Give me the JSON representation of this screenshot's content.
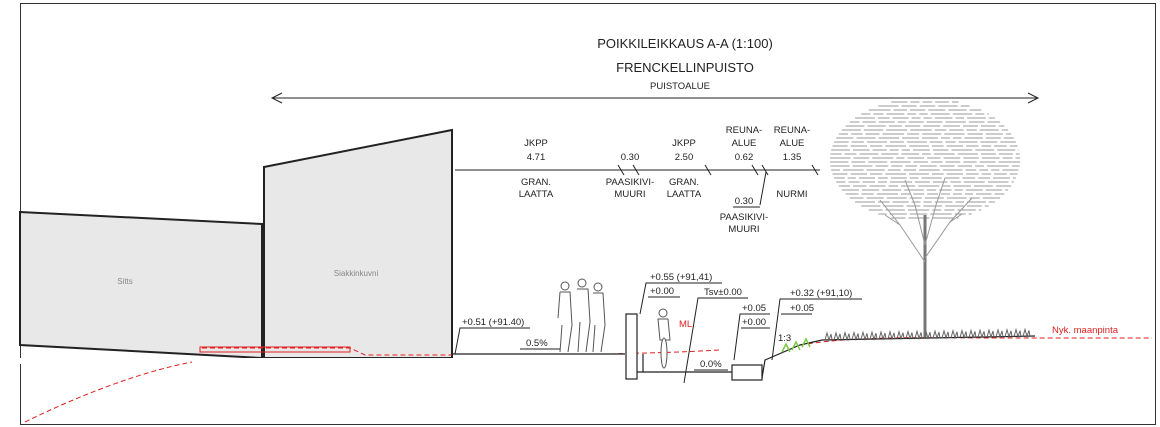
{
  "drawing": {
    "title": "POIKKILEIKKAUS A-A (1:100)",
    "subtitle": "FRENCKELLINPUISTO",
    "park_area_label": "PUISTOALUE"
  },
  "dimensions": [
    {
      "name": "JKPP",
      "value": "4.71",
      "material": [
        "GRAN.",
        "LAATTA"
      ]
    },
    {
      "name": "",
      "value": "0.30",
      "material": [
        "PAASIKIVI-",
        "MUURI"
      ]
    },
    {
      "name": "JKPP",
      "value": "2.50",
      "material": [
        "GRAN.",
        "LAATTA"
      ]
    },
    {
      "name": "REUNA-ALUE",
      "name_lines": [
        "REUNA-",
        "ALUE"
      ],
      "value": "0.62",
      "material": []
    },
    {
      "name": "REUNA-ALUE",
      "name_lines": [
        "REUNA-",
        "ALUE"
      ],
      "value": "1.35",
      "material": [
        "NURMI"
      ]
    }
  ],
  "wall_note": {
    "value": "0.30",
    "material": [
      "PAASIKIVI-",
      "MUURI"
    ]
  },
  "buildings": [
    {
      "label": "Sitts"
    },
    {
      "label": "Siakkinkuvni"
    }
  ],
  "elevations": {
    "left_edge": "+0.51 (+91.40)",
    "wall_top": [
      "+0.55 (+91,41)",
      "+0.00"
    ],
    "tsv": "Tsv±0.00",
    "curb": [
      "+0.05",
      "+0.00"
    ],
    "right_edge": [
      "+0.32 (+91,10)",
      "+0.05"
    ]
  },
  "slopes": {
    "left": "0.5%",
    "center": "0.0%",
    "embankment": "1:3"
  },
  "markers": {
    "ml": "ML",
    "ground_line": "Nyk. maanpinta"
  },
  "colors": {
    "line": "#222222",
    "ground": "#e02020",
    "building_fill": "#e8e8e8",
    "grass": "#7ac943"
  }
}
